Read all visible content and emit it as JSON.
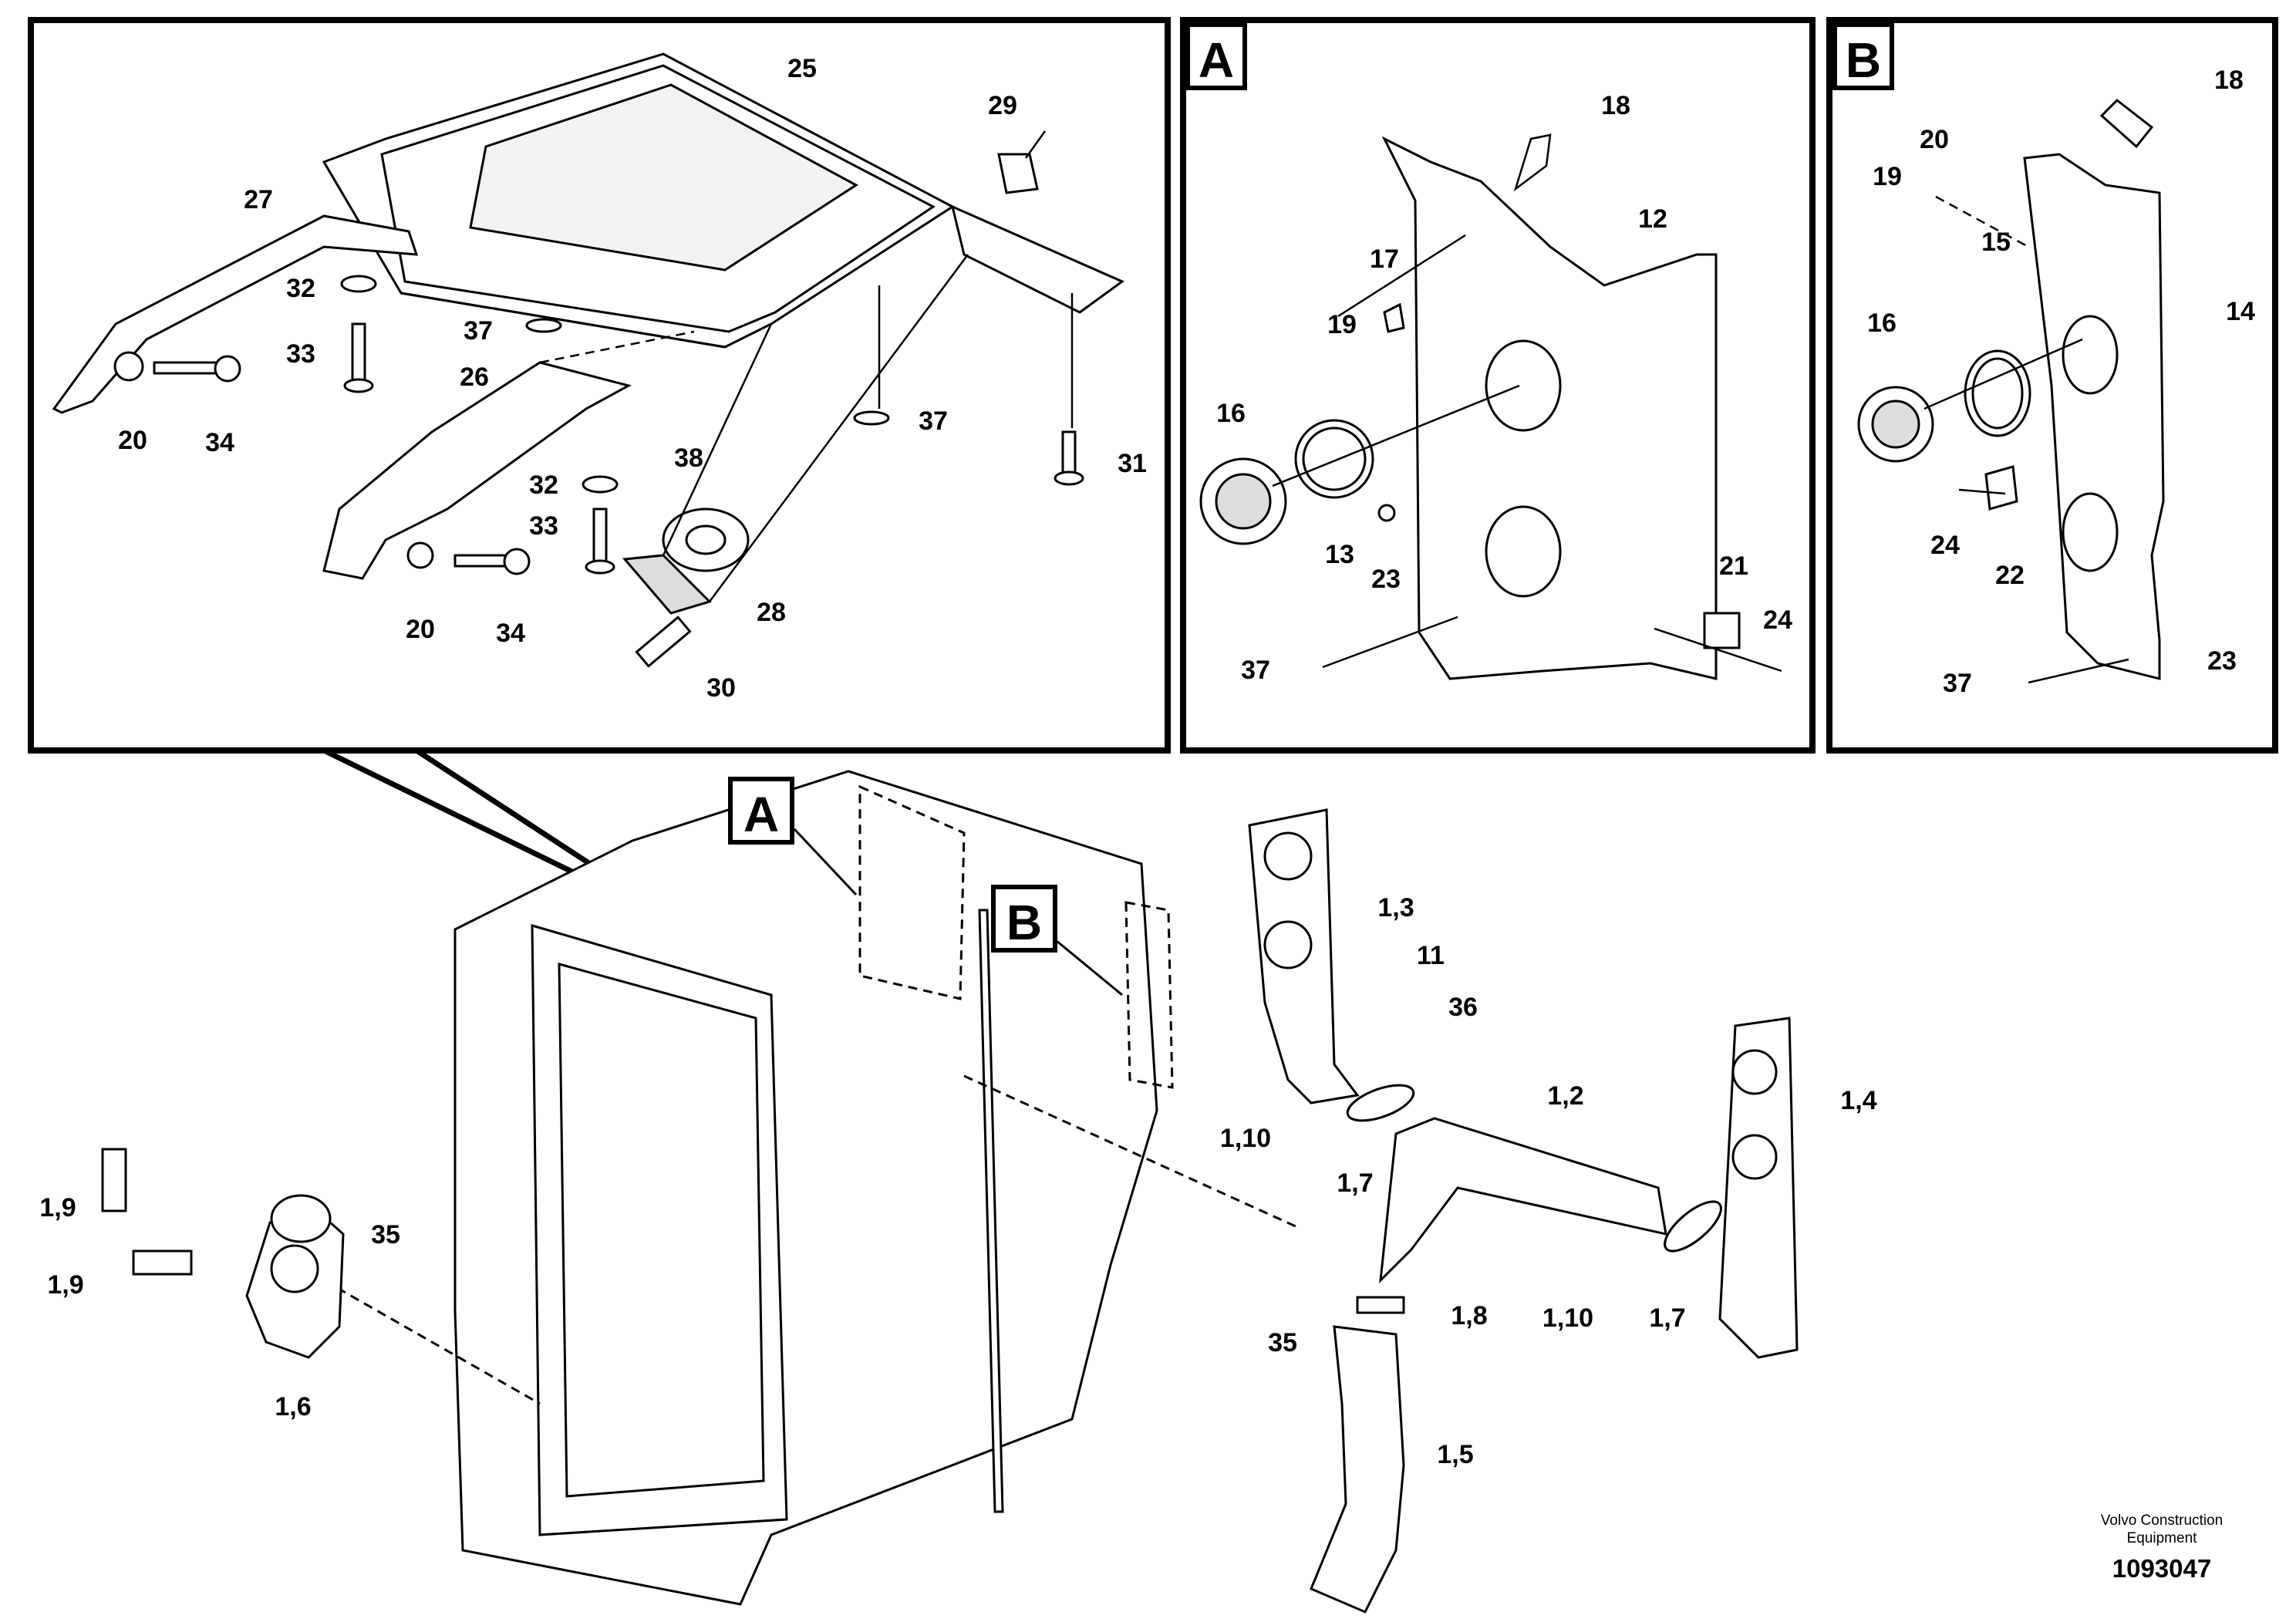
{
  "panels": {
    "a_label": "A",
    "b_label": "B"
  },
  "callouts": {
    "a_on_cab": "A",
    "b_on_cab": "B"
  },
  "labels": {
    "p25": "25",
    "p29": "29",
    "p27": "27",
    "p32a": "32",
    "p33a": "33",
    "p37a": "37",
    "p20a": "20",
    "p34a": "34",
    "p26": "26",
    "p37b": "37",
    "p31": "31",
    "p32b": "32",
    "p38": "38",
    "p33b": "33",
    "p20b": "20",
    "p34b": "34",
    "p28": "28",
    "p30": "30",
    "a18": "18",
    "a12": "12",
    "a17": "17",
    "a19": "19",
    "a16": "16",
    "a13": "13",
    "a23": "23",
    "a21": "21",
    "a24": "24",
    "a37": "37",
    "b18": "18",
    "b20": "20",
    "b19": "19",
    "b15": "15",
    "b16": "16",
    "b14": "14",
    "b24": "24",
    "b22": "22",
    "b23": "23",
    "b37": "37",
    "m13": "1,3",
    "m11": "11",
    "m36": "36",
    "m14": "1,4",
    "m12": "1,2",
    "m110": "1,10",
    "m17a": "1,7",
    "m19a": "1,9",
    "m19b": "1,9",
    "m35a": "35",
    "m16": "1,6",
    "m110b": "1,10",
    "m17b": "1,7",
    "m18": "1,8",
    "m35b": "35",
    "m15": "1,5"
  },
  "footer": {
    "company_line1": "Volvo Construction",
    "company_line2": "Equipment",
    "drawing_number": "1093047"
  }
}
